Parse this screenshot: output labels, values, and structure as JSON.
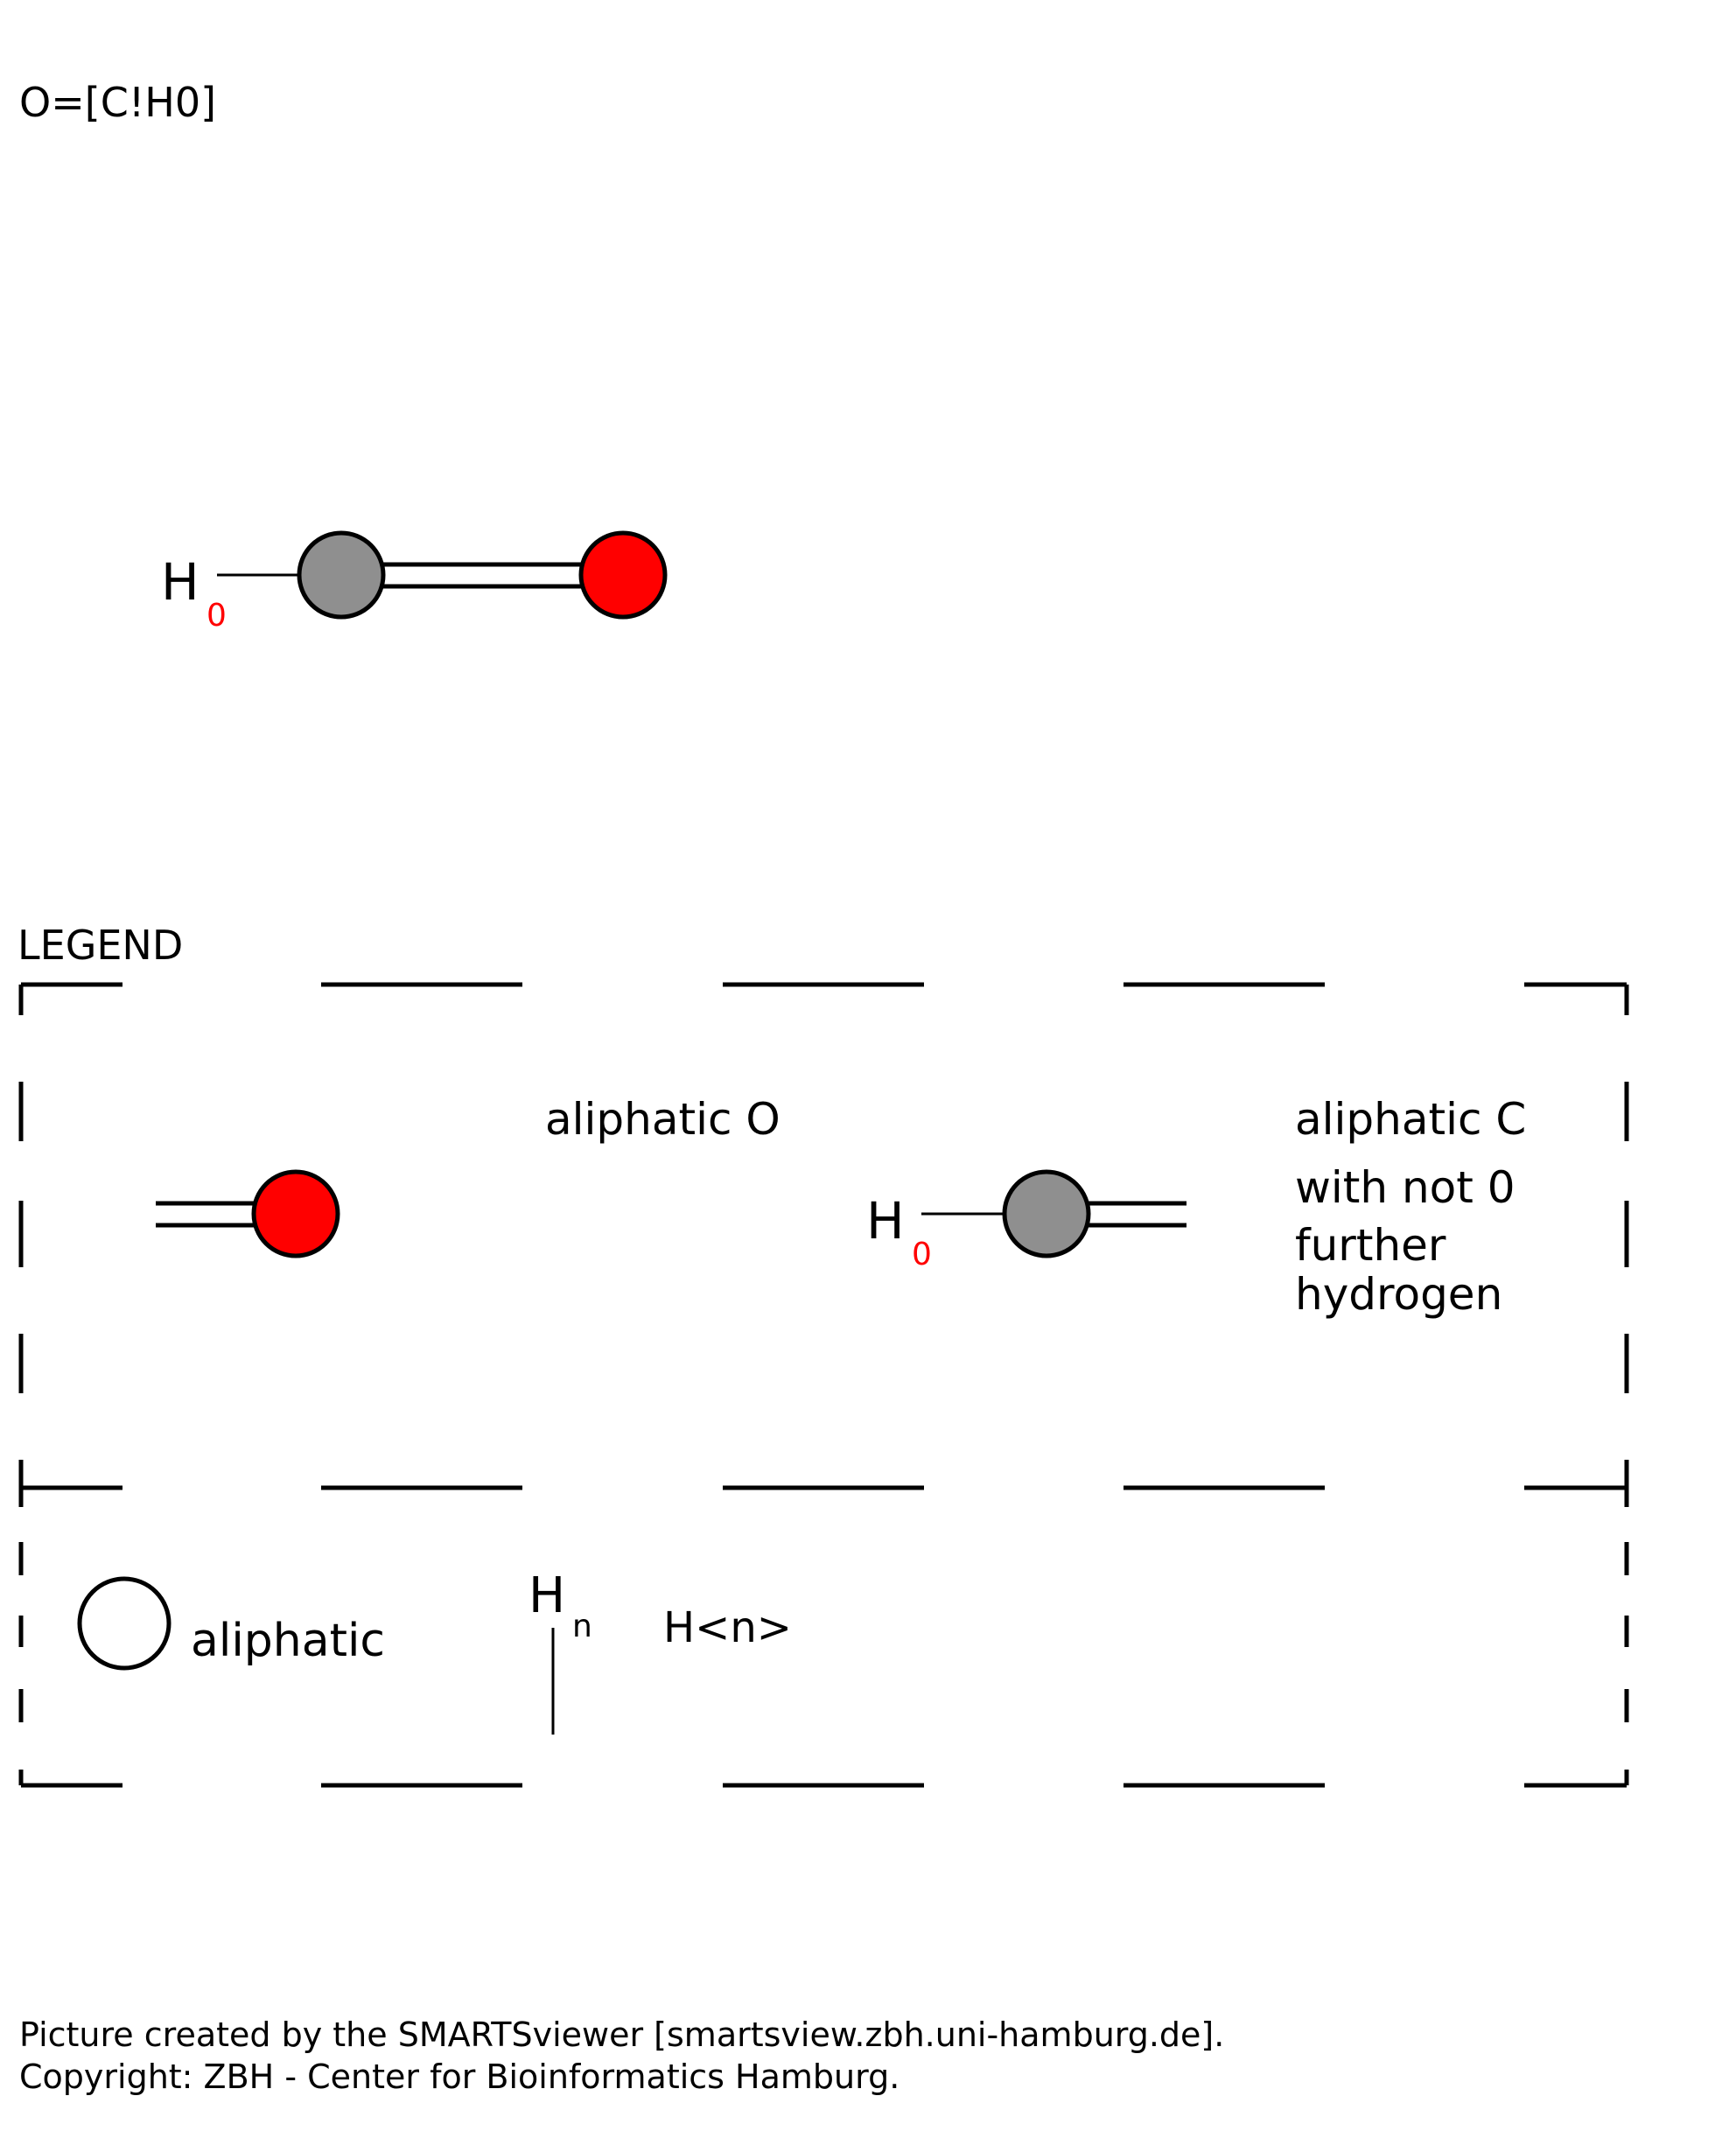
{
  "smarts": "O=[C!H0]",
  "molecule": {
    "hydrogen_label": "H",
    "hydrogen_count": "0",
    "atoms": [
      {
        "element": "C",
        "color": "#8f8f8f",
        "aliphatic": true
      },
      {
        "element": "O",
        "color": "#ff0000",
        "aliphatic": true
      }
    ],
    "bond": "double"
  },
  "legend": {
    "title": "LEGEND",
    "entries": [
      {
        "label": "aliphatic O"
      },
      {
        "lines": [
          "aliphatic C",
          "with not 0",
          "further",
          "hydrogen"
        ]
      }
    ],
    "hydrogen_label": "H",
    "hydrogen_count": "0",
    "key": {
      "aliphatic_label": "aliphatic",
      "hn_label": "H",
      "hn_sub": "n",
      "hn_text": "H<n>"
    }
  },
  "colors": {
    "oxygen": "#ff0000",
    "carbon": "#8f8f8f",
    "count_label": "#ff0000",
    "line": "#000000"
  },
  "footer": {
    "line1": "Picture created by the SMARTSviewer [smartsview.zbh.uni-hamburg.de].",
    "line2": "Copyright: ZBH - Center for Bioinformatics Hamburg."
  }
}
